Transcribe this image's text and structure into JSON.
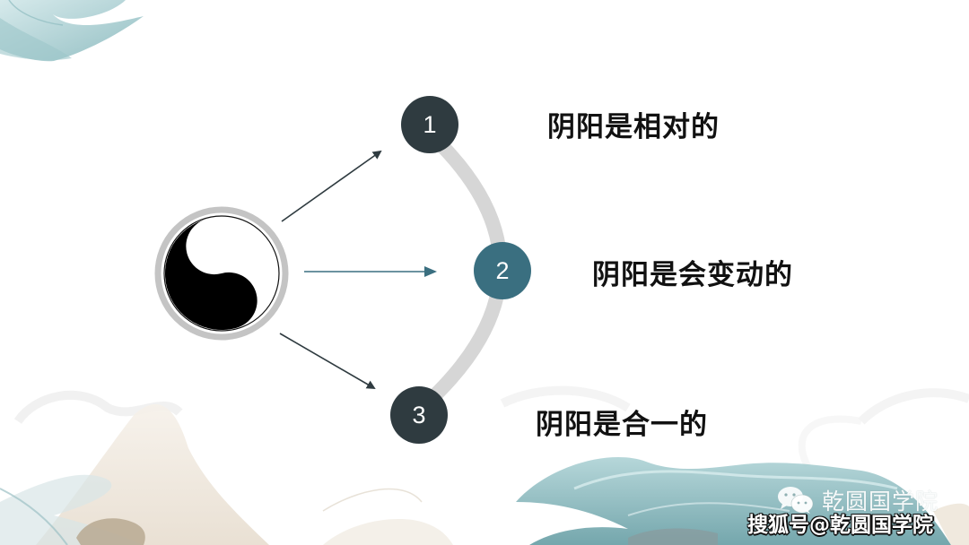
{
  "diagram": {
    "center_symbol": "yin-yang",
    "nodes": [
      {
        "number": "1",
        "label": "阴阳是相对的",
        "color": "#2f3b40"
      },
      {
        "number": "2",
        "label": "阴阳是会变动的",
        "color": "#3a6f80"
      },
      {
        "number": "3",
        "label": "阴阳是合一的",
        "color": "#2f3b40"
      }
    ],
    "arrow_color_dark": "#2f3b40",
    "arrow_color_teal": "#3a6f80",
    "arc_color": "#d6d6d6"
  },
  "watermark": {
    "wechat_icon": "wechat-icon",
    "account_name": "乾圆国学院",
    "sohu_credit": "搜狐号@乾圆国学院"
  }
}
